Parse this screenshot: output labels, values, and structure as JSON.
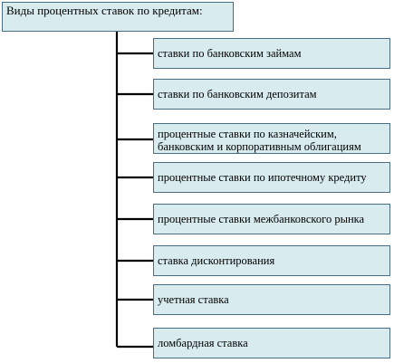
{
  "diagram": {
    "root": {
      "label": "Виды процентных ставок по кредитам:"
    },
    "items": [
      {
        "lines": [
          "ставки по банковским займам"
        ]
      },
      {
        "lines": [
          "ставки по банковским депозитам"
        ]
      },
      {
        "lines": [
          "процентные ставки по казначейским,",
          "банковским и корпоративным облигациям"
        ]
      },
      {
        "lines": [
          "процентные ставки по ипотечному кредиту"
        ]
      },
      {
        "lines": [
          "процентные ставки межбанковского рынка"
        ]
      },
      {
        "lines": [
          "ставка дисконтирования"
        ]
      },
      {
        "lines": [
          "учетная ставка"
        ]
      },
      {
        "lines": [
          "ломбардная ставка"
        ]
      }
    ],
    "colors": {
      "box_fill": "#d8ebee",
      "box_border": "#4a6f82",
      "connector": "#000000"
    }
  }
}
